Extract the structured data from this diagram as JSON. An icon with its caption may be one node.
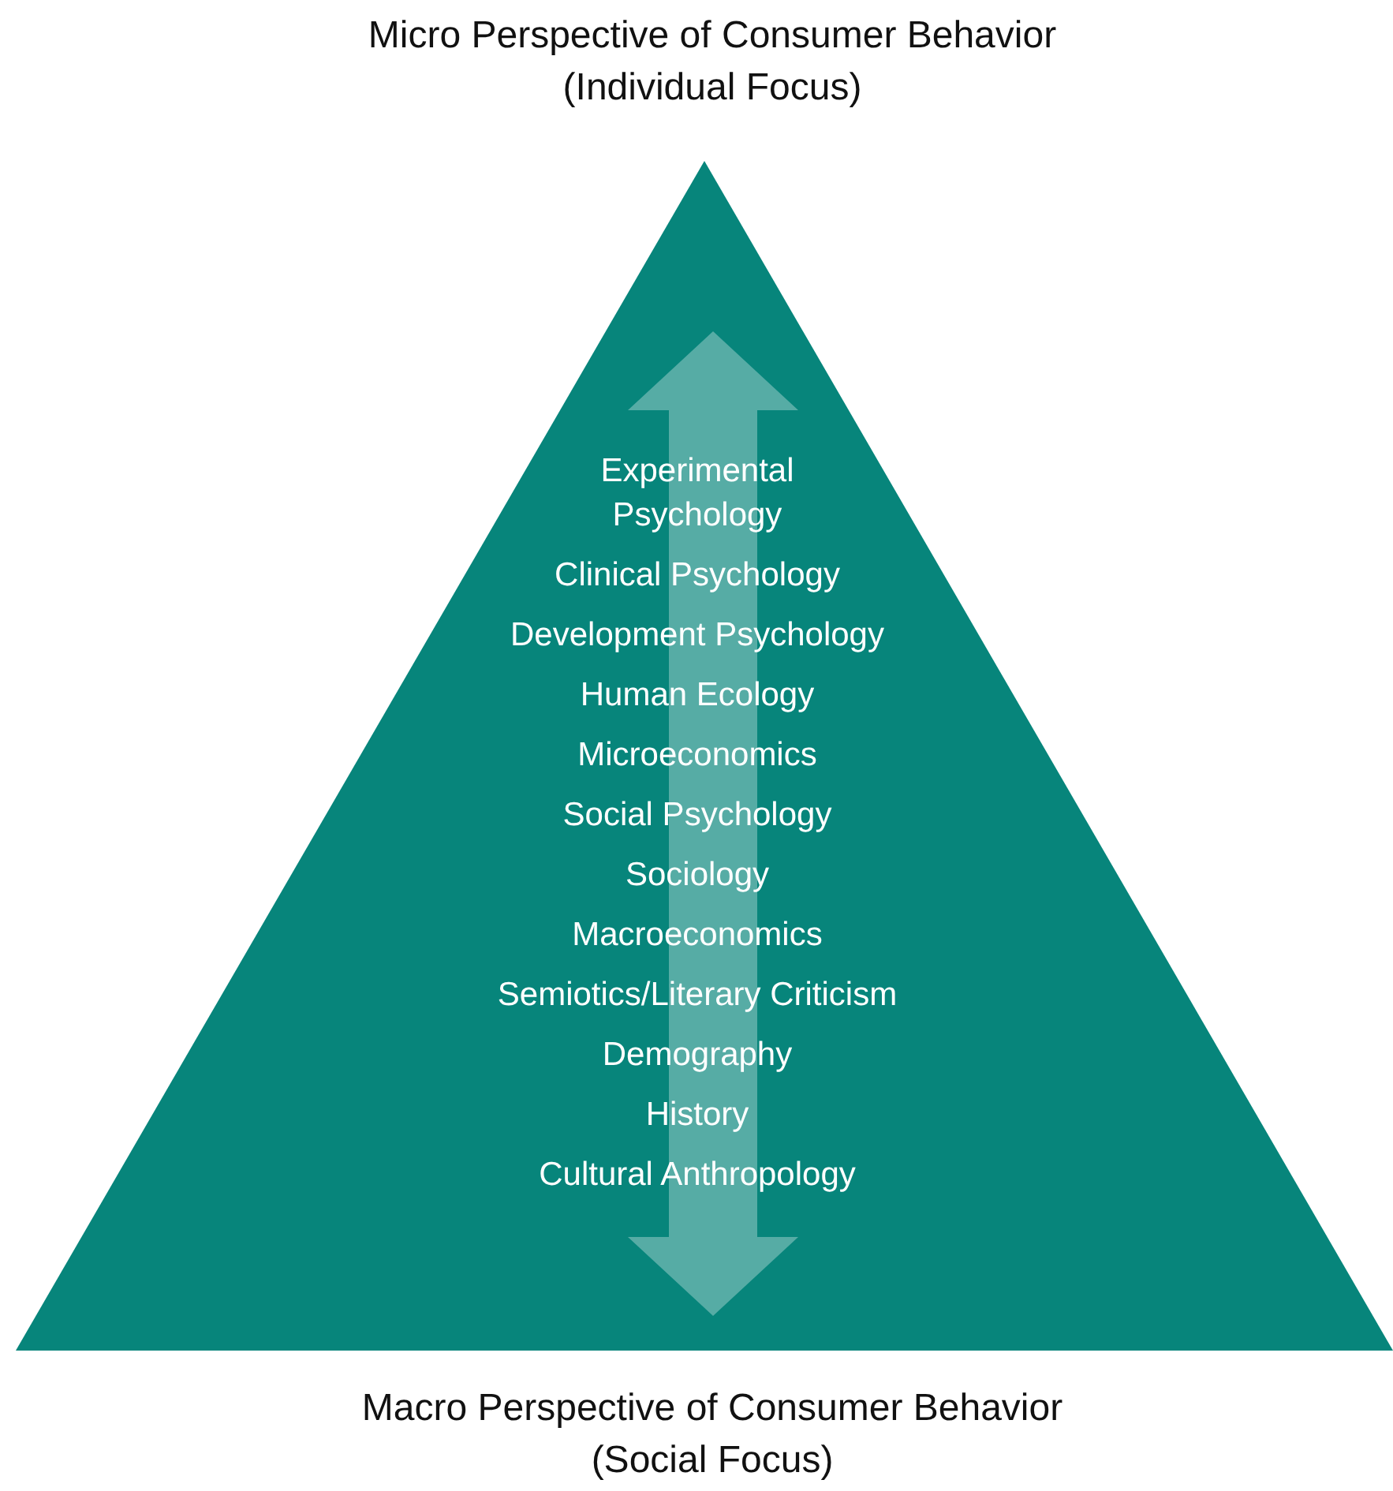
{
  "diagram": {
    "nodes": [
      {
        "text": [
          "Experimental Psychology",
          "Clinical Psychology",
          "Development Psychology",
          "Human Ecology",
          "Microeconomics",
          "Social Psychology",
          "Sociology",
          "Macroeconomics",
          "Semiotics/Literary Criticism",
          "Demography",
          "History",
          "Cultural Anthropology"
        ]
      }
    ],
    "edges": [],
    "labels": [
      "Micro Perspective of Consumer Behavior (Individual Focus)",
      "Macro Perspective of Consumer Behavior (Social Focus)"
    ]
  }
}
